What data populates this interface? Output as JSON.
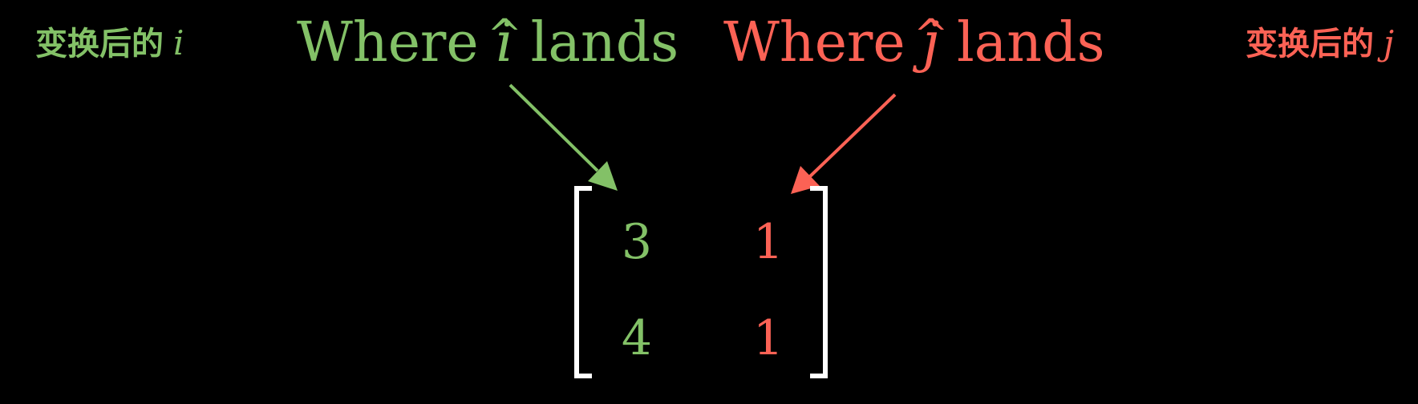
{
  "labels": {
    "left_cn": "变换后的",
    "left_var": "i",
    "right_cn": "变换后的",
    "right_var": "j"
  },
  "annotations": {
    "i_hat": {
      "prefix": "Where ",
      "var": "i",
      "hat": "^",
      "suffix": " lands"
    },
    "j_hat": {
      "prefix": "Where ",
      "var": "j",
      "hat": "^",
      "suffix": " lands"
    }
  },
  "matrix": {
    "rows": [
      [
        "3",
        "1"
      ],
      [
        "4",
        "1"
      ]
    ]
  },
  "colors": {
    "green": "#83c167",
    "red": "#fc6255",
    "bracket": "#ffffff",
    "background": "#000000"
  }
}
